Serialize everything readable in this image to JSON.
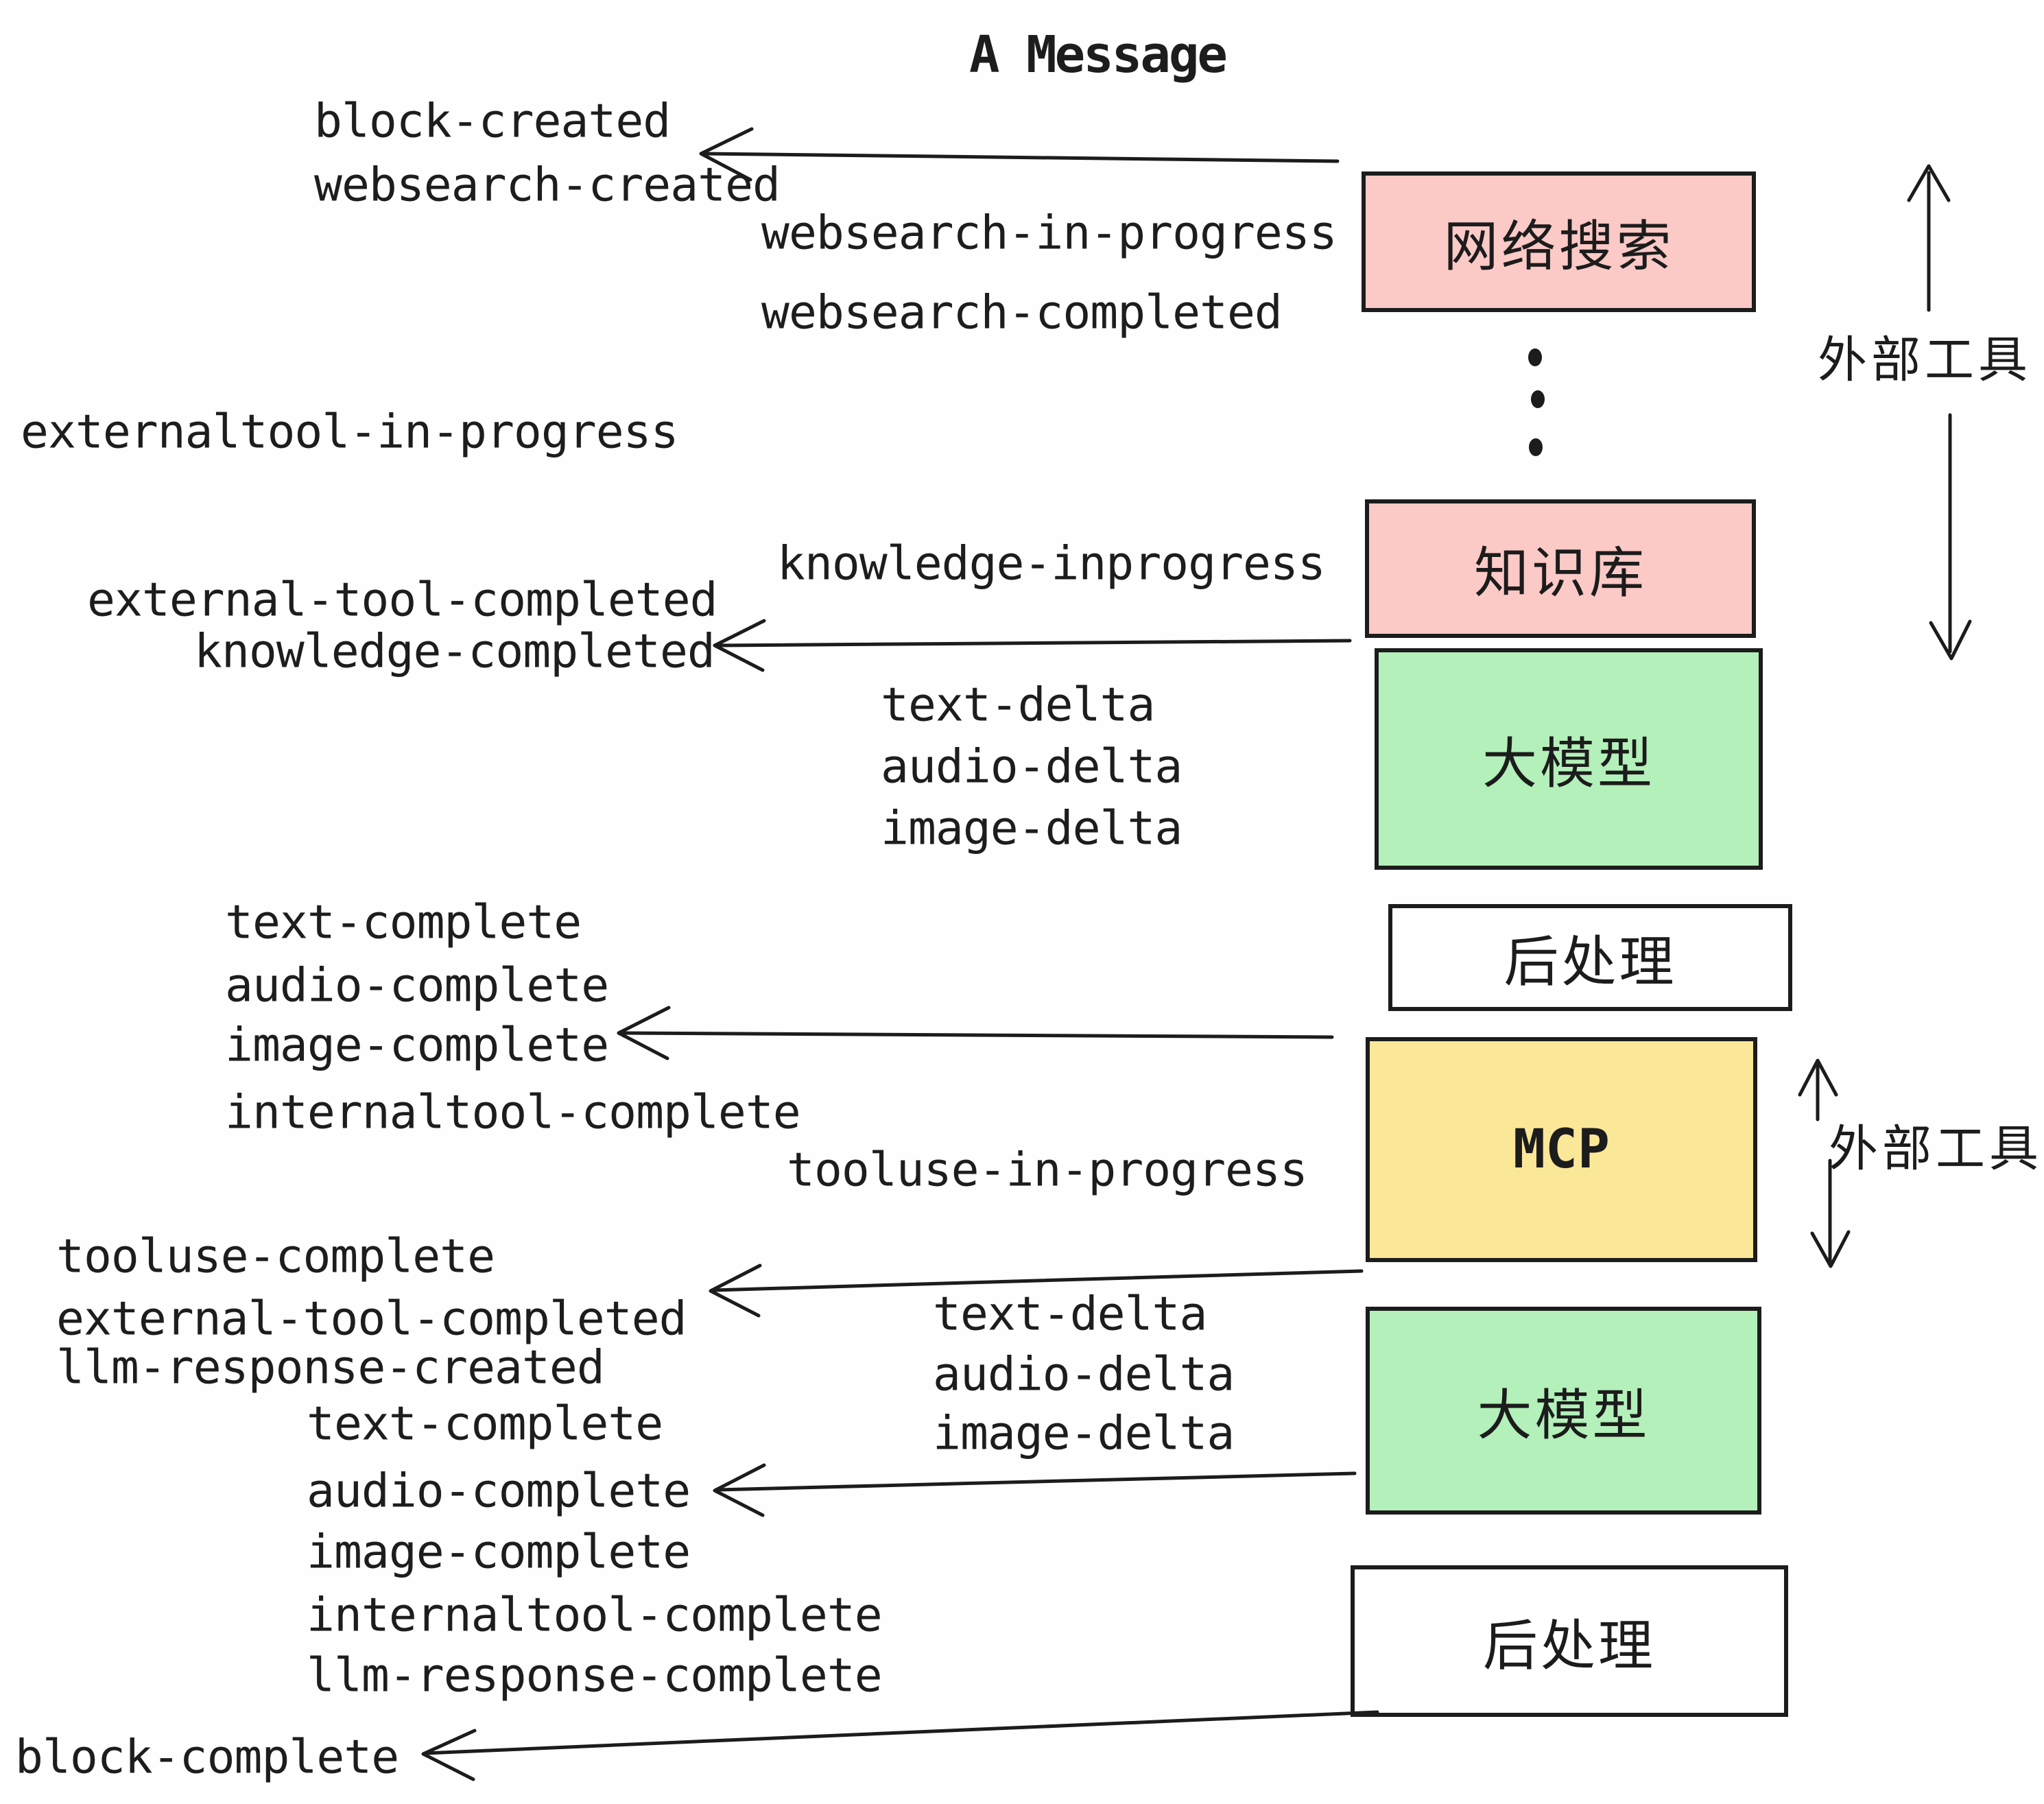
{
  "title": "A Message",
  "pipeline": {
    "boxes": [
      {
        "id": "websearch",
        "label": "网络搜索",
        "color": "#fbc9c6"
      },
      {
        "id": "knowledge",
        "label": "知识库",
        "color": "#fbc9c6"
      },
      {
        "id": "llm-1",
        "label": "大模型",
        "color": "#b3f0ba"
      },
      {
        "id": "post-1",
        "label": "后处理",
        "color": "#ffffff"
      },
      {
        "id": "mcp",
        "label": "MCP",
        "color": "#fbe798"
      },
      {
        "id": "llm-2",
        "label": "大模型",
        "color": "#b3f0ba"
      },
      {
        "id": "post-2",
        "label": "后处理",
        "color": "#ffffff"
      }
    ],
    "ellipsis_icon": "vertical-dots"
  },
  "annotations": {
    "external_tools_top": "外部工具",
    "external_tools_bottom": "外部工具"
  },
  "colors": {
    "pink": "#fbc9c6",
    "green": "#b3f0ba",
    "yellow": "#fbe798",
    "ink": "#1c1c1c",
    "background": "#fefefe"
  },
  "events": [
    "block-created",
    "websearch-created",
    "websearch-in-progress",
    "websearch-completed",
    "externaltool-in-progress",
    "knowledge-inprogress",
    "external-tool-completed",
    "knowledge-completed",
    "text-delta",
    "audio-delta",
    "image-delta",
    "text-complete",
    "audio-complete",
    "image-complete",
    "internaltool-complete",
    "tooluse-in-progress",
    "tooluse-complete",
    "external-tool-completed",
    "llm-response-created",
    "text-delta",
    "audio-delta",
    "image-delta",
    "text-complete",
    "audio-complete",
    "image-complete",
    "internaltool-complete",
    "llm-response-complete",
    "block-complete"
  ]
}
